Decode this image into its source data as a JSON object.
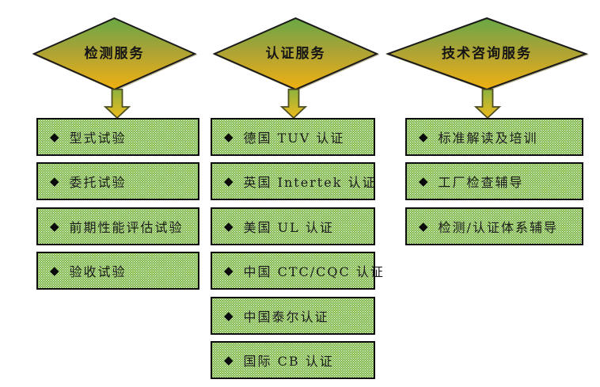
{
  "bullet_icon": "◆",
  "colors": {
    "diamond_gradient_top": "#69a844",
    "diamond_gradient_mid": "#aaa336",
    "diamond_gradient_bottom": "#f0b111",
    "shape_outline": "#1a1a1a",
    "arrow_outline": "#4f4f23",
    "box_fill_green": "#7cb845",
    "box_dot_white": "#ffffff",
    "box_border": "#0d0d0d",
    "text": "#1c1c1c"
  },
  "columns": [
    {
      "header": "检测服务",
      "items": [
        "型式试验",
        "委托试验",
        "前期性能评估试验",
        "验收试验"
      ]
    },
    {
      "header": "认证服务",
      "items": [
        "德国 TUV 认证",
        "英国 Intertek 认证",
        "美国 UL 认证",
        "中国 CTC/CQC 认证",
        "中国泰尔认证",
        "国际 CB 认证"
      ]
    },
    {
      "header": "技术咨询服务",
      "items": [
        "标准解读及培训",
        "工厂检查辅导",
        "检测/认证体系辅导"
      ]
    }
  ]
}
